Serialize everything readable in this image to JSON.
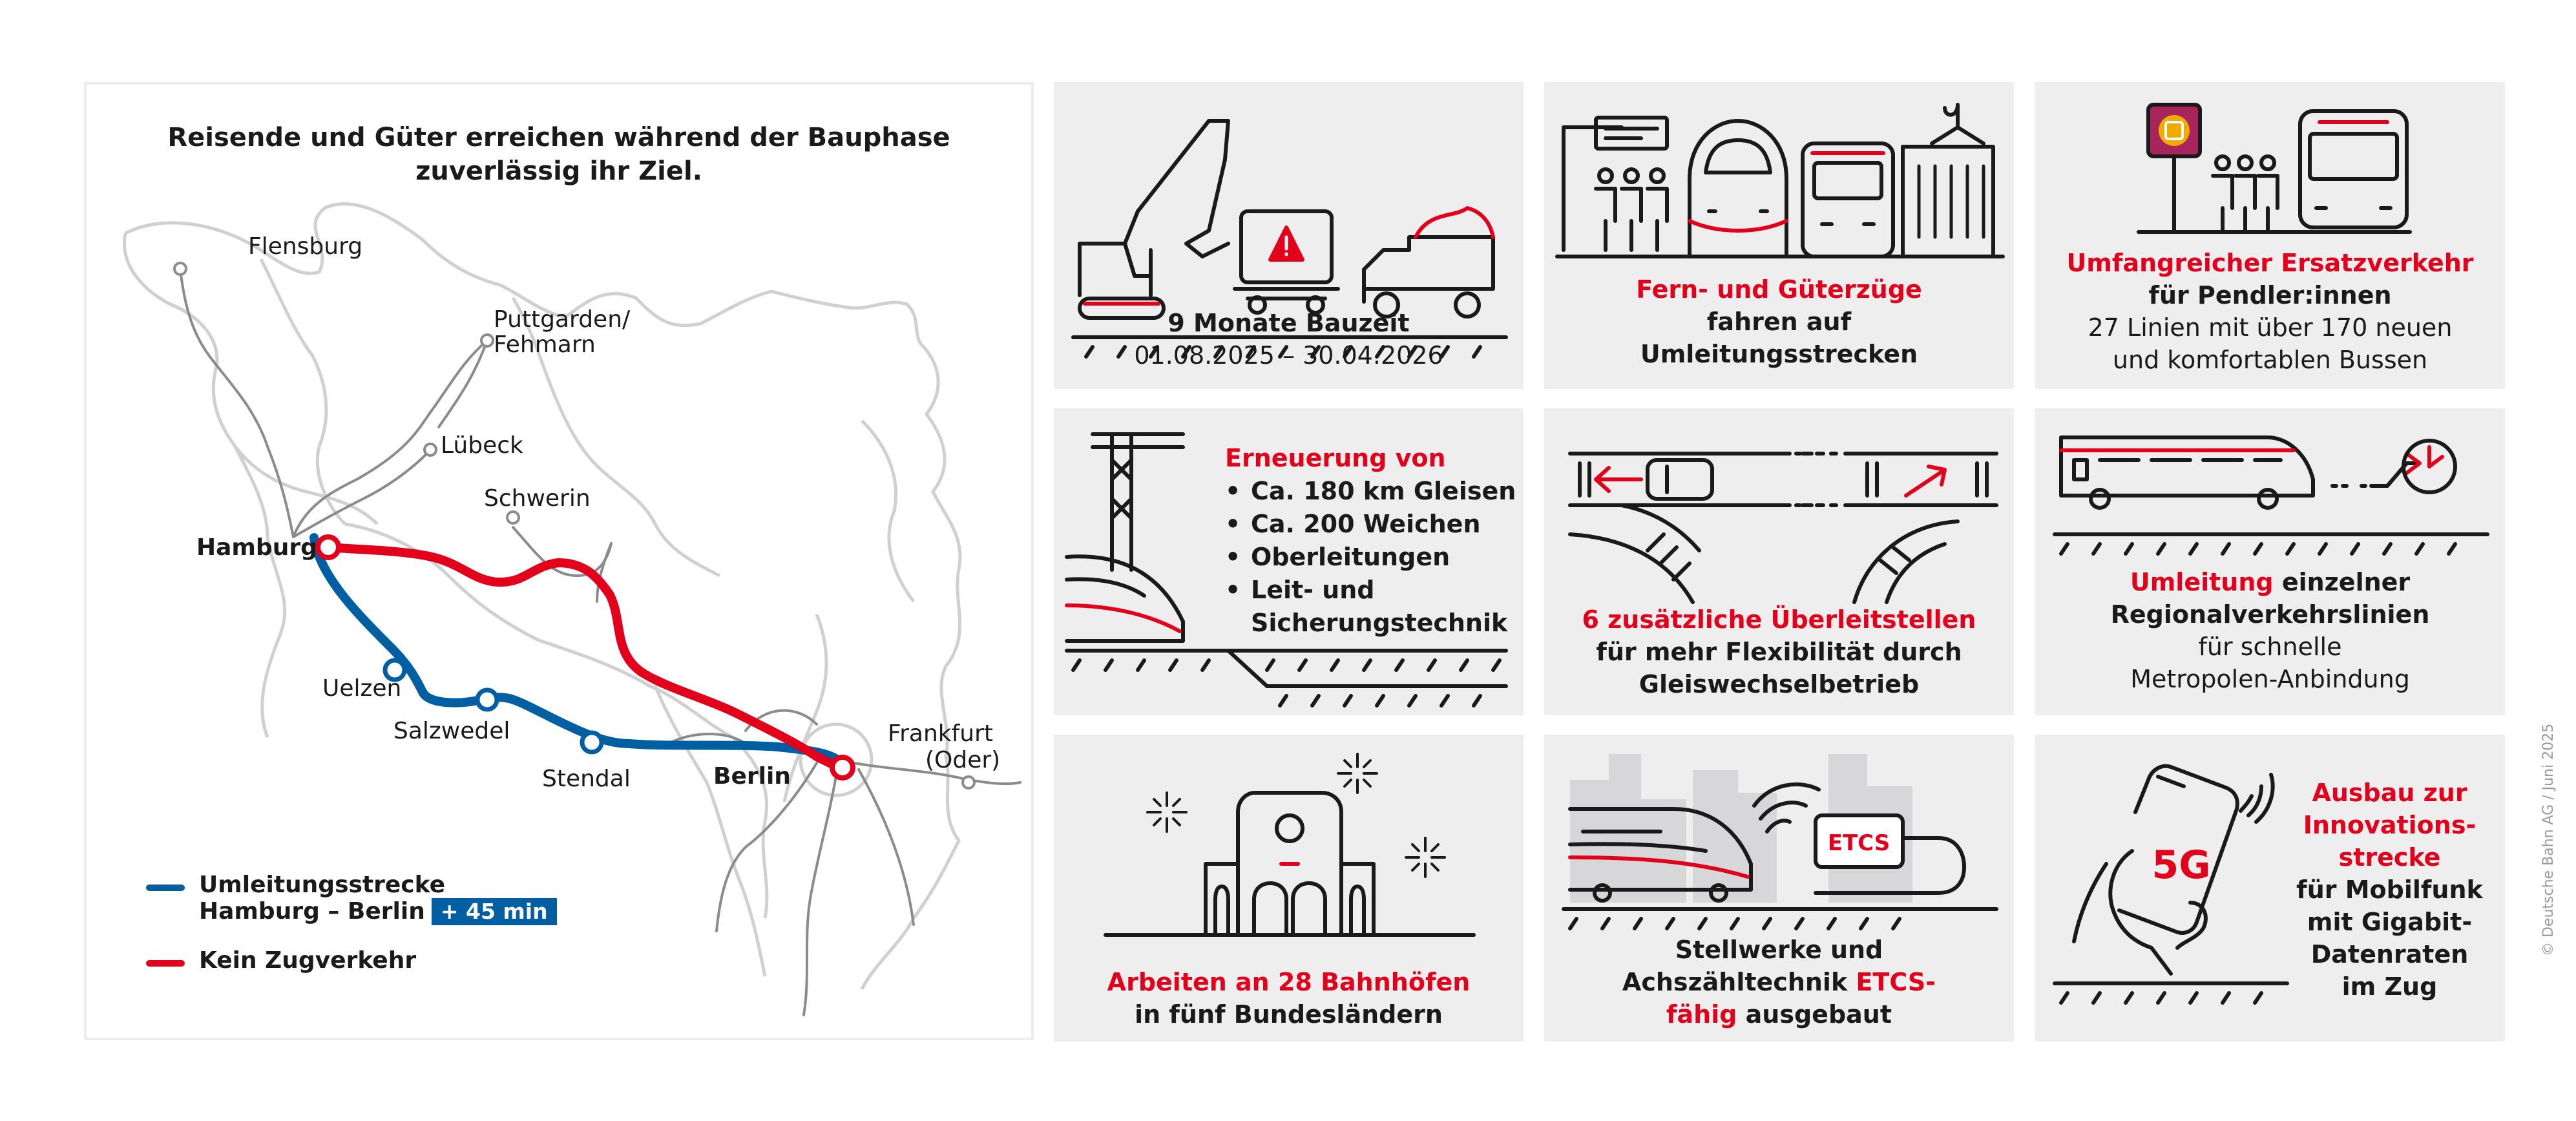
{
  "map": {
    "title_line1": "Reisende und Güter erreichen während der Bauphase",
    "title_line2": "zuverlässig ihr Ziel.",
    "cities": {
      "flensburg": "Flensburg",
      "puttgarden_1": "Puttgarden/",
      "puttgarden_2": "Fehmarn",
      "luebeck": "Lübeck",
      "schwerin": "Schwerin",
      "hamburg": "Hamburg",
      "uelzen": "Uelzen",
      "salzwedel": "Salzwedel",
      "stendal": "Stendal",
      "berlin": "Berlin",
      "frankfurt_1": "Frankfurt",
      "frankfurt_2": "(Oder)"
    },
    "legend": {
      "detour_line1": "Umleitungsstrecke",
      "detour_line2": "Hamburg – Berlin",
      "detour_badge": "+ 45 min",
      "no_service": "Kein Zugverkehr"
    }
  },
  "colors": {
    "red": "#e2001a",
    "blue": "#005fa3",
    "tile_bg": "#eeeeef",
    "line_dark": "#1a1a1a"
  },
  "tiles": {
    "construction": {
      "title": "9 Monate Bauzeit",
      "dates": "01.08.2025 – 30.04.2026"
    },
    "long_distance": {
      "red": "Fern- und Güterzüge",
      "line2": "fahren auf",
      "line3": "Umleitungsstrecken"
    },
    "replacement": {
      "red": "Umfangreicher Ersatzverkehr",
      "bold": "für Pendler:innen",
      "line3": "27 Linien mit über 170 neuen",
      "line4": "und komfortablen Bussen"
    },
    "renewal": {
      "heading": "Erneuerung von",
      "items": [
        "Ca. 180 km Gleisen",
        "Ca. 200 Weichen",
        "Oberleitungen",
        "Leit- und Sicherungstechnik"
      ]
    },
    "crossovers": {
      "red": "6 zusätzliche Überleitstellen",
      "line2": "für mehr Flexibilität durch",
      "line3": "Gleiswechselbetrieb"
    },
    "regional": {
      "red": "Umleitung",
      "rest1": " einzelner",
      "bold2": "Regionalverkehrslinien",
      "line3": "für schnelle",
      "line4": "Metropolen-Anbindung"
    },
    "stations": {
      "red": "Arbeiten an 28 Bahnhöfen",
      "line2": "in fünf Bundesländern"
    },
    "etcs": {
      "sign": "ETCS",
      "line1": "Stellwerke und",
      "line2_prefix": "Achszähltechnik ",
      "line2_red": "ETCS-",
      "line3_red": "fähig",
      "line3_rest": " ausgebaut"
    },
    "innovation": {
      "icon_label": "5G",
      "red1": "Ausbau zur",
      "red2": "Innovations-",
      "red3": "strecke",
      "b1": "für Mobilfunk",
      "b2": "mit Gigabit-",
      "b3": "Datenraten",
      "b4": "im Zug"
    }
  },
  "copyright": "© Deutsche Bahn AG / Juni 2025"
}
